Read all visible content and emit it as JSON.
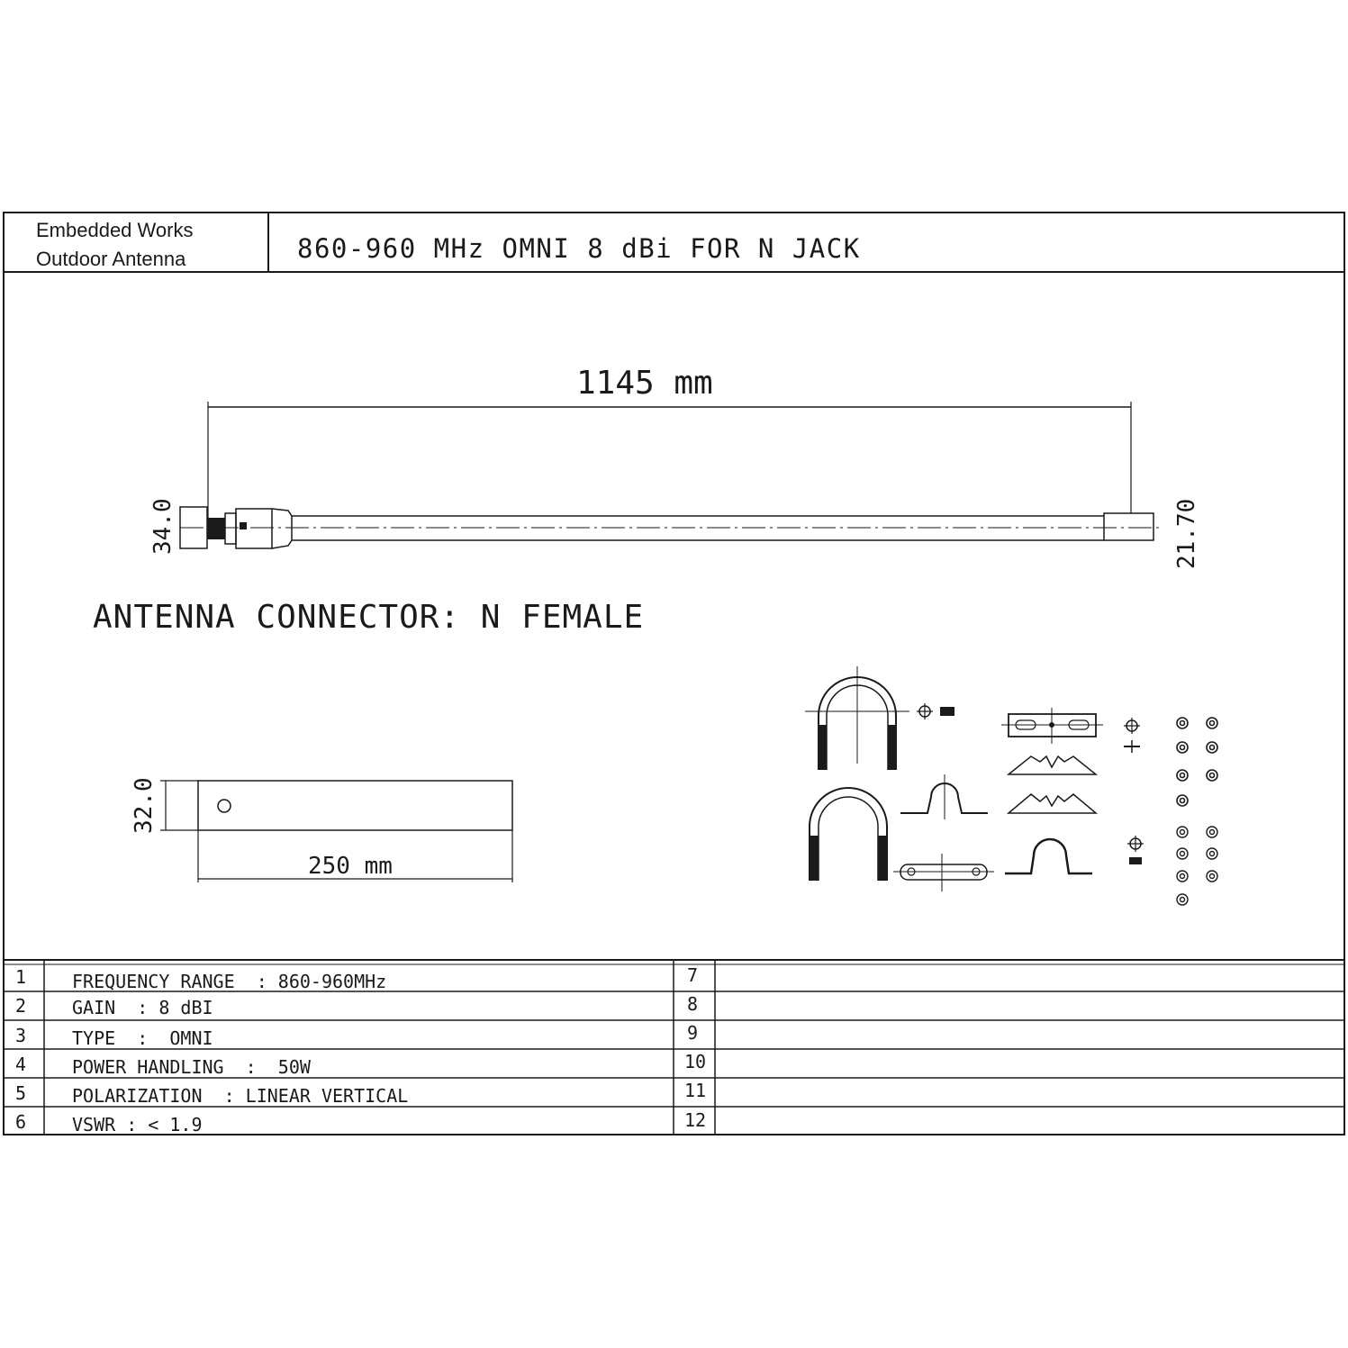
{
  "title_block": {
    "company_line1": "Embedded Works",
    "company_line2": "Outdoor Antenna",
    "drawing_title": "860-960 MHz OMNI 8 dBi FOR N JACK"
  },
  "antenna_drawing": {
    "length_label": "1145 mm",
    "base_diameter_label": "34.0",
    "tip_diameter_label": "21.70",
    "connector_note": "ANTENNA CONNECTOR: N FEMALE"
  },
  "bracket_drawing": {
    "width_label": "32.0",
    "length_label": "250 mm"
  },
  "spec_table": {
    "rows": [
      {
        "num": "1",
        "text": "FREQUENCY RANGE  : 860-960MHz",
        "num2": "7",
        "text2": ""
      },
      {
        "num": "2",
        "text": "GAIN  : 8 dBI",
        "num2": "8",
        "text2": ""
      },
      {
        "num": "3",
        "text": "TYPE  :  OMNI",
        "num2": "9",
        "text2": ""
      },
      {
        "num": "4",
        "text": "POWER HANDLING  :  50W",
        "num2": "10",
        "text2": ""
      },
      {
        "num": "5",
        "text": "POLARIZATION  : LINEAR VERTICAL",
        "num2": "11",
        "text2": ""
      },
      {
        "num": "6",
        "text": "VSWR : < 1.9",
        "num2": "12",
        "text2": ""
      }
    ]
  }
}
